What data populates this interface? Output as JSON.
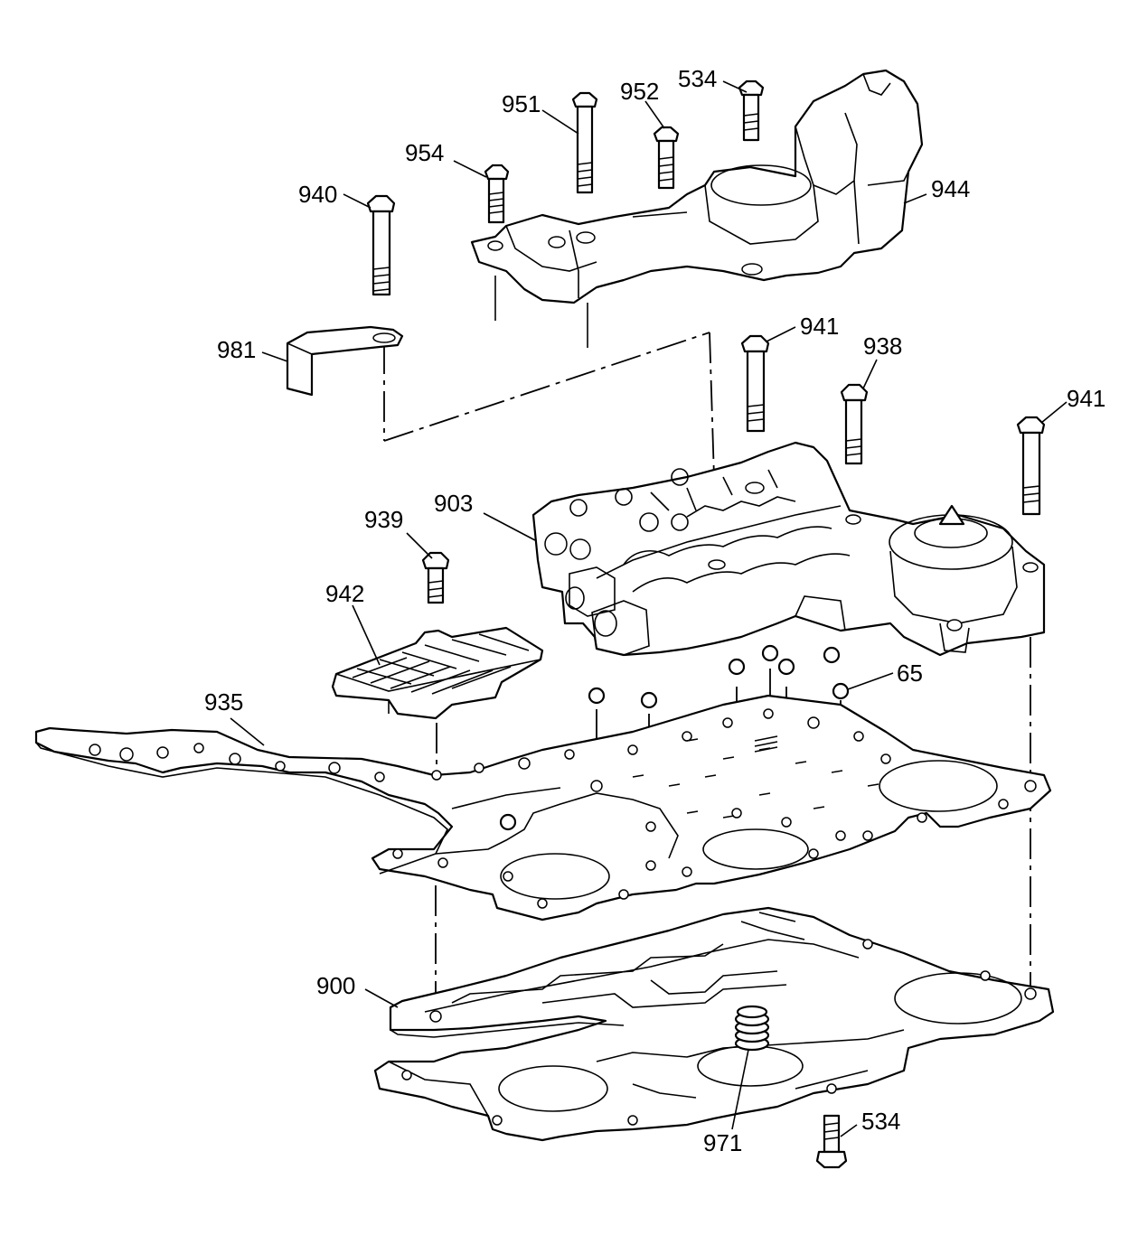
{
  "diagram": {
    "callouts": [
      {
        "id": "951",
        "text": "951"
      },
      {
        "id": "952",
        "text": "952"
      },
      {
        "id": "534a",
        "text": "534"
      },
      {
        "id": "954",
        "text": "954"
      },
      {
        "id": "940",
        "text": "940"
      },
      {
        "id": "944",
        "text": "944"
      },
      {
        "id": "981",
        "text": "981"
      },
      {
        "id": "941a",
        "text": "941"
      },
      {
        "id": "938",
        "text": "938"
      },
      {
        "id": "941b",
        "text": "941"
      },
      {
        "id": "903",
        "text": "903"
      },
      {
        "id": "939",
        "text": "939"
      },
      {
        "id": "942",
        "text": "942"
      },
      {
        "id": "65",
        "text": "65"
      },
      {
        "id": "935",
        "text": "935"
      },
      {
        "id": "900",
        "text": "900"
      },
      {
        "id": "534b",
        "text": "534"
      },
      {
        "id": "971",
        "text": "971"
      }
    ]
  }
}
